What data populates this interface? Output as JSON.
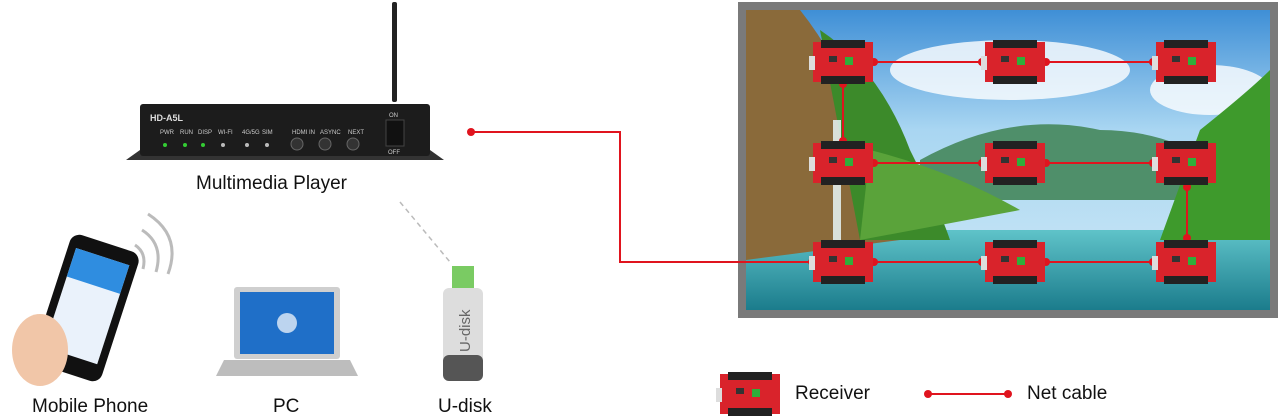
{
  "player": {
    "label": "Multimedia Player",
    "model": "HD-A5L",
    "ports": [
      "PWR",
      "RUN",
      "DISP",
      "WI-FI",
      "4G/5G",
      "SIM",
      "HDMI IN",
      "ASYNC",
      "NEXT"
    ],
    "switch_on": "ON",
    "switch_off": "OFF"
  },
  "devices": {
    "phone": "Mobile Phone",
    "pc": "PC",
    "udisk": "U-disk",
    "udisk_body": "U-disk"
  },
  "legend": {
    "receiver": "Receiver",
    "cable": "Net cable"
  },
  "colors": {
    "cable": "#e0141e",
    "receiver": "#d9232b",
    "frame": "#7a7a7a"
  }
}
